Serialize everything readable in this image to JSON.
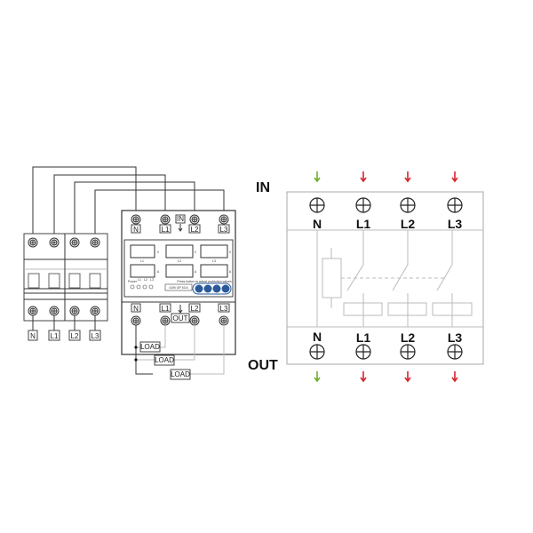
{
  "left_diagram": {
    "breaker_labels": [
      "N",
      "L1",
      "L2",
      "L3"
    ],
    "device_in_labels": [
      "N",
      "L1",
      "L2",
      "L3"
    ],
    "device_out_labels": [
      "N",
      "L1",
      "L2",
      "L3"
    ],
    "in_label": "IN",
    "out_label": "OUT",
    "display_phase_labels": [
      "L1",
      "L2",
      "L3"
    ],
    "display_units": [
      "V",
      "V",
      "V",
      "A",
      "A",
      "A"
    ],
    "indicator_labels": [
      "Power",
      "L1",
      "L2",
      "L3"
    ],
    "panel_note": "Press button to adjust protection values",
    "rating_label": "415V AP 63 A",
    "load_labels": [
      "LOAD",
      "LOAD",
      "LOAD"
    ]
  },
  "right_diagram": {
    "in_label": "IN",
    "out_label": "OUT",
    "top_terminals": [
      "N",
      "L1",
      "L2",
      "L3"
    ],
    "bottom_terminals": [
      "N",
      "L1",
      "L2",
      "L3"
    ],
    "colors": {
      "neutral_arrow": "#6cb02c",
      "phase_arrow": "#d9232a"
    }
  }
}
